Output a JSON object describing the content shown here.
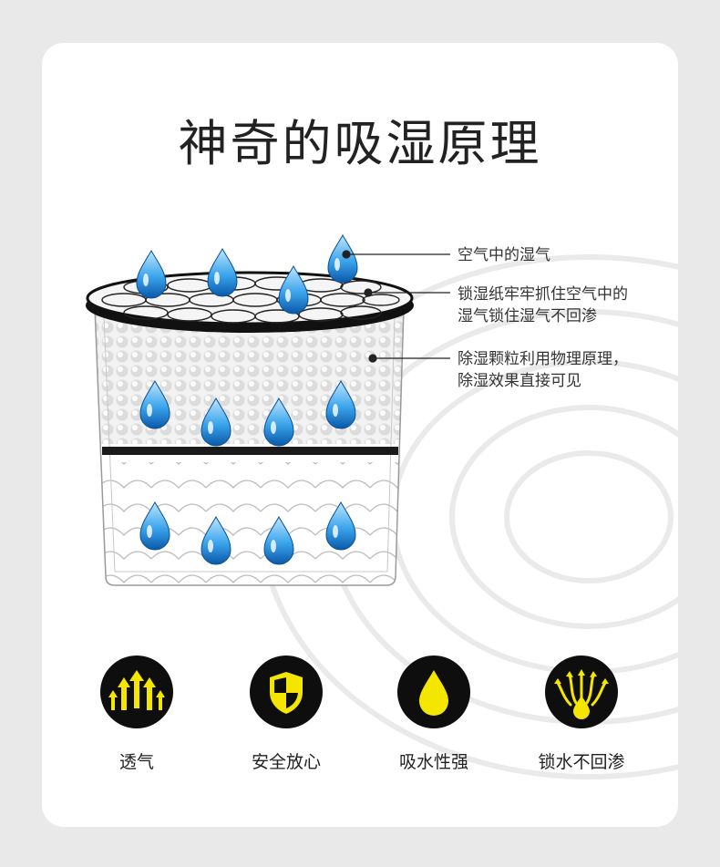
{
  "title": "神奇的吸湿原理",
  "annotations": [
    {
      "lines": [
        "空气中的湿气"
      ]
    },
    {
      "lines": [
        "锁湿纸牢牢抓住空气中的",
        "湿气锁住湿气不回渗"
      ]
    },
    {
      "lines": [
        "除湿颗粒利用物理原理，",
        "除湿效果直接可见"
      ]
    }
  ],
  "features": [
    {
      "label": "透气",
      "icon": "upward-arrows-icon"
    },
    {
      "label": "安全放心",
      "icon": "shield-icon"
    },
    {
      "label": "吸水性强",
      "icon": "water-drop-icon"
    },
    {
      "label": "锁水不回渗",
      "icon": "locked-drop-icon"
    }
  ],
  "colors": {
    "accent_yellow": "#f5e600",
    "drop_blue": "#1e8fd8",
    "badge_black": "#0e0e0e"
  }
}
